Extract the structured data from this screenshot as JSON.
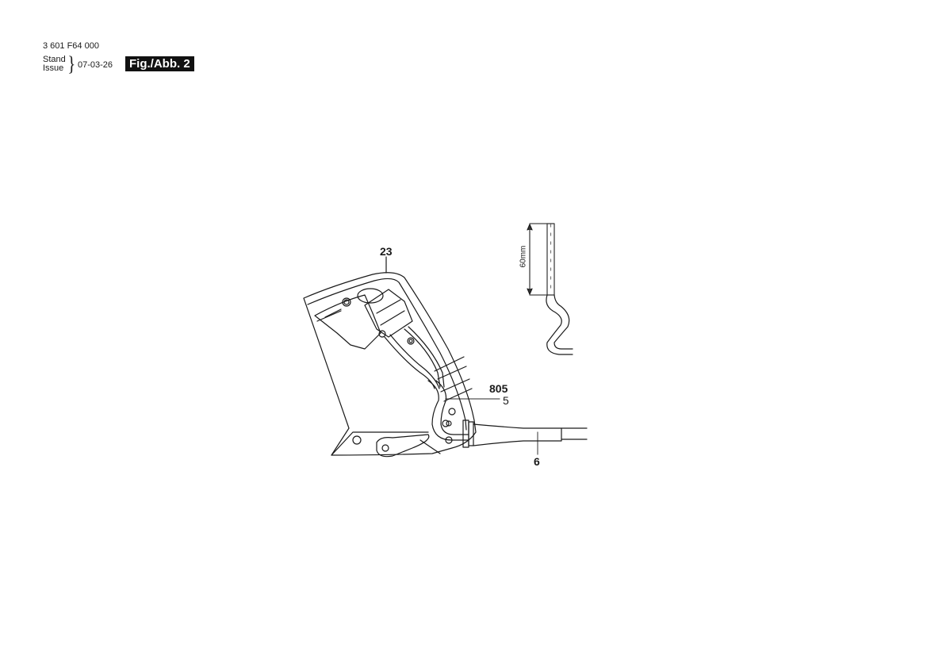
{
  "header": {
    "part_number": "3 601 F64 000",
    "stand_label": "Stand",
    "issue_label": "Issue",
    "date": "07-03-26",
    "figure_label": "Fig./Abb. 2"
  },
  "diagram": {
    "callouts": [
      {
        "id": "23",
        "label": "23",
        "bold": true
      },
      {
        "id": "805",
        "label": "805",
        "bold": true
      },
      {
        "id": "5",
        "label": "5",
        "bold": false
      },
      {
        "id": "6",
        "label": "6",
        "bold": true
      }
    ],
    "dimension_label": "60mm"
  }
}
